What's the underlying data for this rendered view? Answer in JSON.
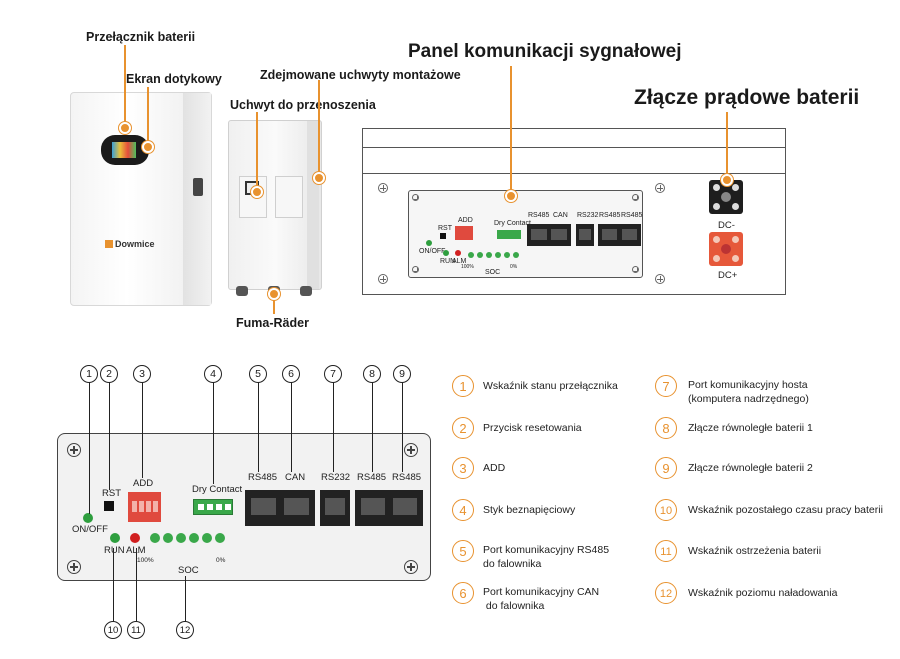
{
  "top": {
    "label_switch": "Przełącznik baterii",
    "label_screen": "Ekran dotykowy",
    "label_mount": "Zdejmowane uchwyty montażowe",
    "label_handle": "Uchwyt do przenoszenia",
    "label_wheels": "Fuma-Räder",
    "label_panel": "Panel komunikacji sygnałowej",
    "label_power": "Złącze prądowe baterii",
    "brand": "Dowmice"
  },
  "small_panel": {
    "rst": "RST",
    "add": "ADD",
    "dry": "Dry Contact",
    "onoff": "ON/OFF",
    "run": "RUN",
    "alm": "ALM",
    "soc": "SOC",
    "pct_100": "100%",
    "pct_0": "0%",
    "ports": [
      "RS485",
      "CAN",
      "RS232",
      "RS485",
      "RS485"
    ],
    "dc_neg": "DC-",
    "dc_pos": "DC+"
  },
  "big_panel": {
    "rst": "RST",
    "add": "ADD",
    "dry": "Dry Contact",
    "onoff": "ON/OFF",
    "run": "RUN",
    "alm": "ALM",
    "soc": "SOC",
    "pct_100": "100%",
    "pct_0": "0%",
    "ports": [
      "RS485",
      "CAN",
      "RS232",
      "RS485",
      "RS485"
    ]
  },
  "callouts": [
    "1",
    "2",
    "3",
    "4",
    "5",
    "6",
    "7",
    "8",
    "9",
    "10",
    "11",
    "12"
  ],
  "legend": [
    {
      "num": "1",
      "text": "Wskaźnik stanu przełącznika"
    },
    {
      "num": "2",
      "text": "Przycisk resetowania"
    },
    {
      "num": "3",
      "text": "ADD"
    },
    {
      "num": "4",
      "text": "Styk beznapięciowy"
    },
    {
      "num": "5",
      "line1": "Port komunikacyjny RS485",
      "line2": "do falownika"
    },
    {
      "num": "6",
      "line1": "Port komunikacyjny CAN",
      "line2": " do falownika"
    },
    {
      "num": "7",
      "line1": "Port komunikacyjny hosta",
      "line2": "(komputera nadrzędnego)"
    },
    {
      "num": "8",
      "text": "Złącze równoległe baterii 1"
    },
    {
      "num": "9",
      "text": "Złącze równoległe baterii 2"
    },
    {
      "num": "10",
      "text": "Wskaźnik pozostałego czasu pracy baterii"
    },
    {
      "num": "11",
      "text": "Wskaźnik ostrzeżenia baterii"
    },
    {
      "num": "12",
      "text": "Wskaźnik poziomu naładowania"
    }
  ],
  "colors": {
    "accent": "#e8922f",
    "led_green": "#2e9e3e",
    "led_red": "#d12020",
    "dip_red": "#e04a3e",
    "dc_plus": "#e6583a"
  }
}
